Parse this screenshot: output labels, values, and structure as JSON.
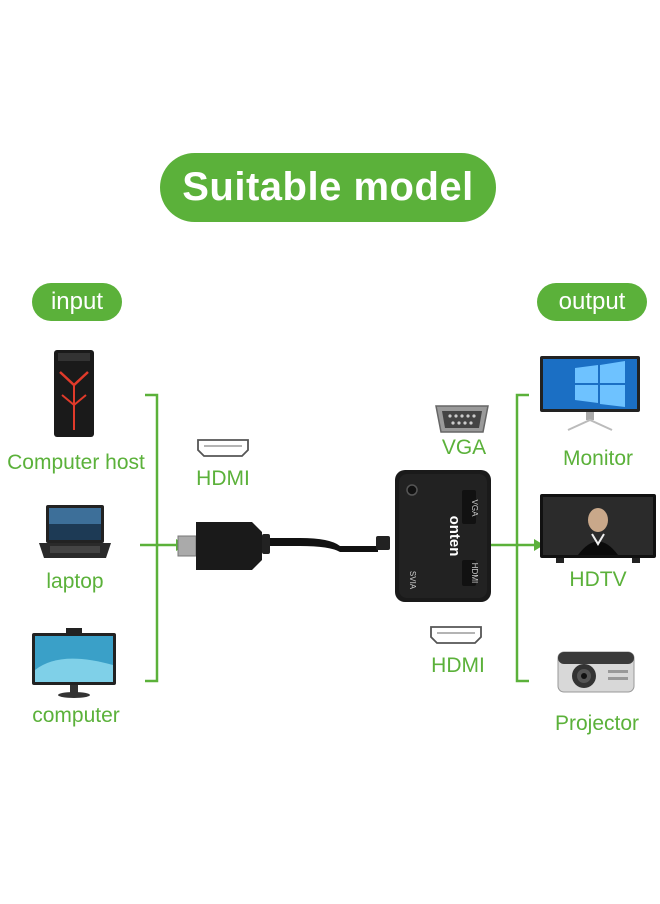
{
  "title": "Suitable model",
  "input_label": "input",
  "output_label": "output",
  "inputs": [
    "Computer host",
    "laptop",
    "computer"
  ],
  "outputs": [
    "Monitor",
    "HDTV",
    "Projector"
  ],
  "ports": {
    "hdmi_in": "HDMI",
    "vga_out": "VGA",
    "hdmi_out": "HDMI"
  },
  "adapter": {
    "brand": "onten",
    "port_labels": [
      "VGA",
      "HDMI",
      "SVIA"
    ]
  },
  "colors": {
    "accent": "#5bb13a",
    "device": "#1a1a1a"
  },
  "icons": [
    "computer-tower-icon",
    "laptop-icon",
    "desktop-monitor-icon",
    "hdmi-port-icon",
    "vga-port-icon",
    "monitor-icon",
    "tv-icon",
    "projector-icon"
  ]
}
